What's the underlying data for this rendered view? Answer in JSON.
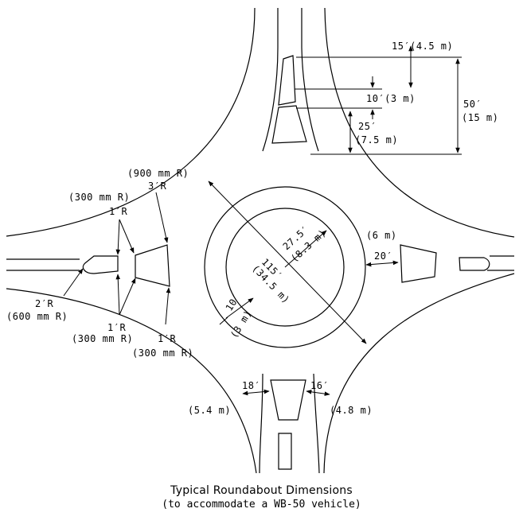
{
  "dimensions": {
    "d_15ft": "15′(4.5 m)",
    "d_10ft": "10′(3 m)",
    "d_25ft": "25′",
    "d_25m": "(7.5 m)",
    "d_50ft": "50′",
    "d_50m": "(15 m)",
    "d_900mm": "(900 mm R)",
    "d_3r": "3′R",
    "d_300mm_a": "(300 mm R)",
    "d_1r_a": "1′R",
    "d_2r": "2′R",
    "d_600mm": "(600 mm R)",
    "d_1r_b": "1′R",
    "d_300mm_b": "(300 mm R)",
    "d_1r_c": "1′R",
    "d_300mm_c": "(300 mm R)",
    "d_6m": "(6 m)",
    "d_20ft": "20′",
    "d_27_5ft": "27.5′",
    "d_8_3m": "(8.3 m)",
    "d_115ft": "115′",
    "d_34_5m": "(34.5 m)",
    "d_10ft_b": "10′",
    "d_3m_b": "(3 m)",
    "d_18ft": "18′",
    "d_5_4m": "(5.4 m)",
    "d_16ft": "16′",
    "d_4_8m": "(4.8 m)"
  },
  "caption": {
    "title": "Typical Roundabout Dimensions",
    "subtitle": "(to accommodate a WB-50 vehicle)"
  }
}
